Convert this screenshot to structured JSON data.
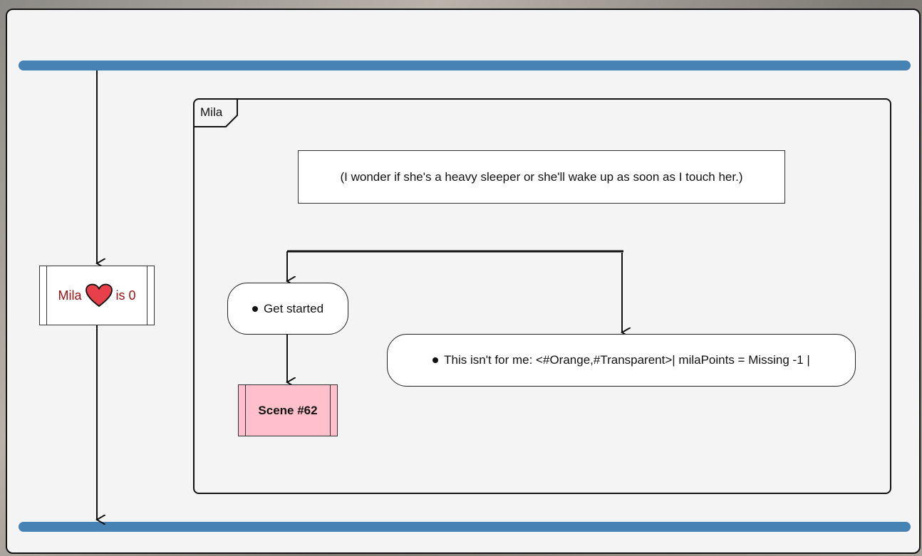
{
  "frame": {
    "label": "Mila"
  },
  "note": {
    "text": "(I wonder if she's a heavy sleeper or she'll wake up as soon as I touch her.)"
  },
  "status": {
    "name": "Mila",
    "value": "is 0",
    "icon": "heart-icon",
    "color": "#a01010"
  },
  "choices": [
    {
      "label": "Get started"
    },
    {
      "label": "This isn't for me: <#Orange,#Transparent>| milaPoints = Missing -1 |"
    }
  ],
  "scene": {
    "label": "Scene #62",
    "color": "#ffc0cb"
  },
  "colors": {
    "swimlane_bar": "#4682b4",
    "background": "#f4f4f4",
    "heart": "#e8404a"
  }
}
